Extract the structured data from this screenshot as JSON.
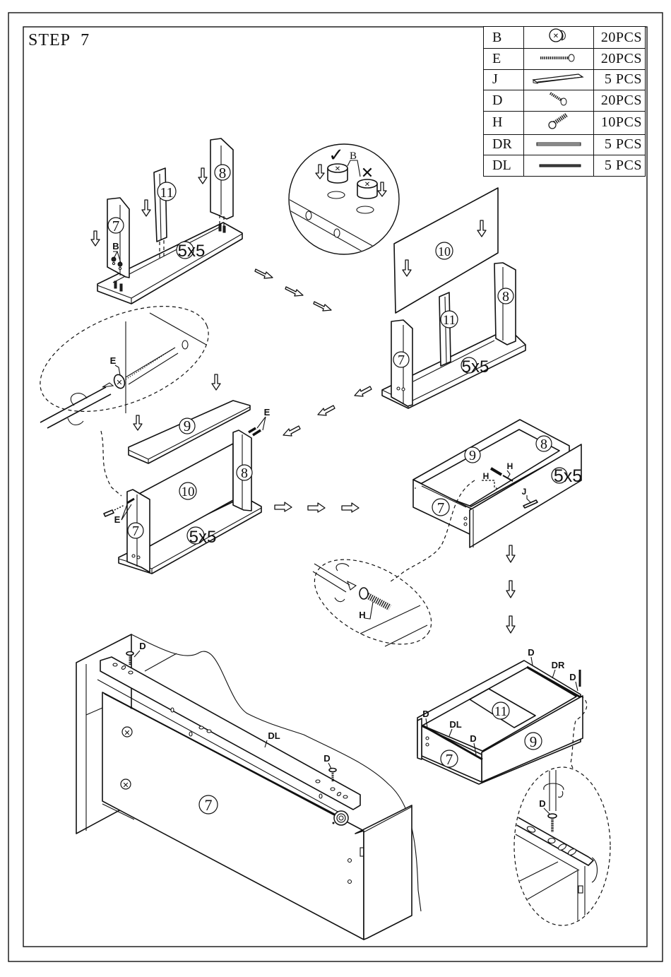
{
  "page": {
    "step_title": "STEP 7"
  },
  "parts_list": [
    {
      "code": "B",
      "icon": "cam-lock-icon",
      "qty": "20PCS"
    },
    {
      "code": "E",
      "icon": "long-screw-icon",
      "qty": "20PCS"
    },
    {
      "code": "J",
      "icon": "drawer-handle-icon",
      "qty": "5 PCS"
    },
    {
      "code": "D",
      "icon": "short-screw-icon",
      "qty": "20PCS"
    },
    {
      "code": "H",
      "icon": "bolt-icon",
      "qty": "10PCS"
    },
    {
      "code": "DR",
      "icon": "right-drawer-rail-icon",
      "qty": "5 PCS"
    },
    {
      "code": "DL",
      "icon": "left-drawer-rail-icon",
      "qty": "5 PCS"
    }
  ],
  "panels": {
    "p7": "7",
    "p8": "8",
    "p9": "9",
    "p10": "10",
    "p11": "11",
    "base": "5x5"
  },
  "callouts": {
    "B": "B",
    "E": "E",
    "H": "H",
    "J": "J",
    "D": "D",
    "DL": "DL",
    "DR": "DR",
    "check": "✓",
    "cross": "✕"
  }
}
